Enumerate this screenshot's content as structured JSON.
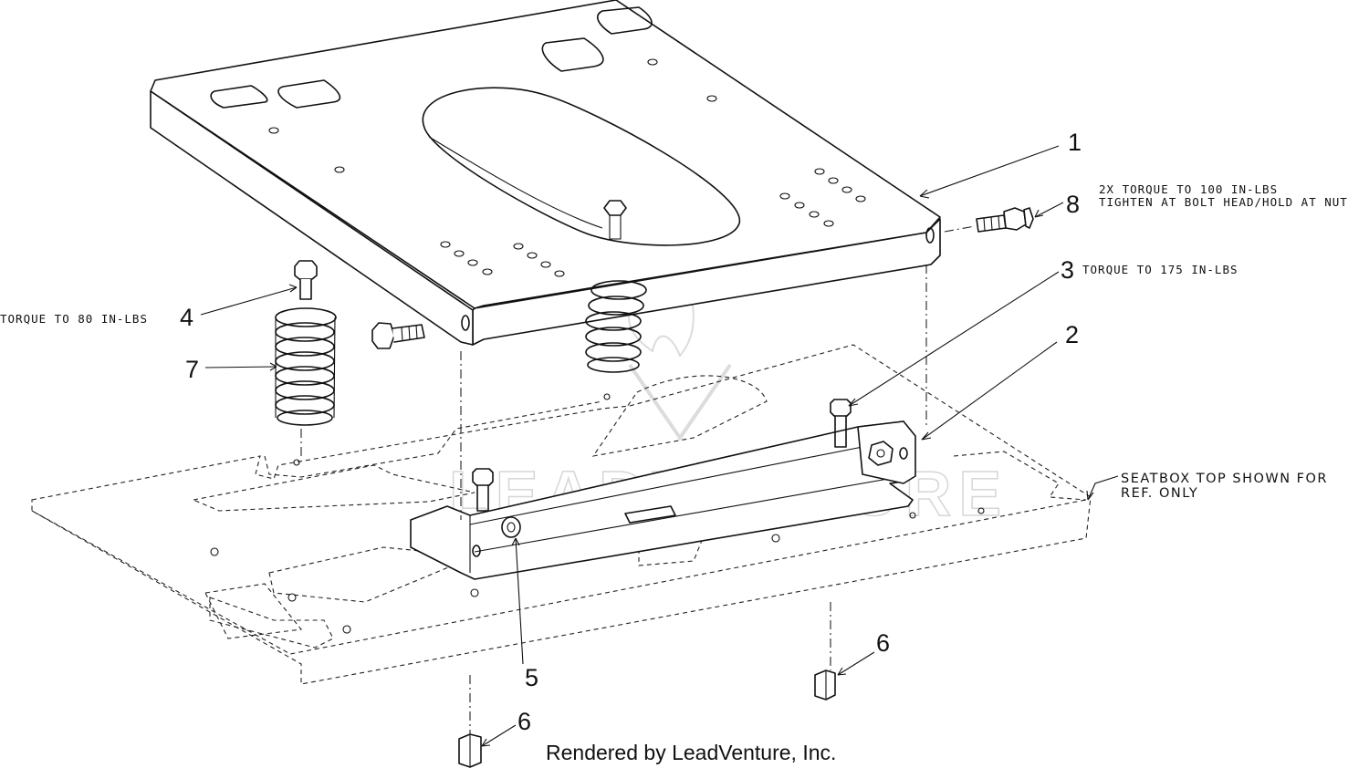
{
  "callouts": {
    "c1": "1",
    "c2": "2",
    "c3": "3",
    "c4": "4",
    "c5": "5",
    "c6a": "6",
    "c6b": "6",
    "c7": "7",
    "c8": "8"
  },
  "notes": {
    "torque_80": "TORQUE TO 80 IN-LBS",
    "torque_175": "TORQUE TO 175 IN-LBS",
    "torque_100_line1": "2X TORQUE TO 100 IN-LBS",
    "torque_100_line2": "TIGHTEN AT BOLT HEAD/HOLD AT NUT",
    "seatbox_line1": "SEATBOX TOP SHOWN FOR",
    "seatbox_line2": "REF. ONLY"
  },
  "watermark": "LEADVENTURE",
  "footer": "Rendered by LeadVenture, Inc."
}
